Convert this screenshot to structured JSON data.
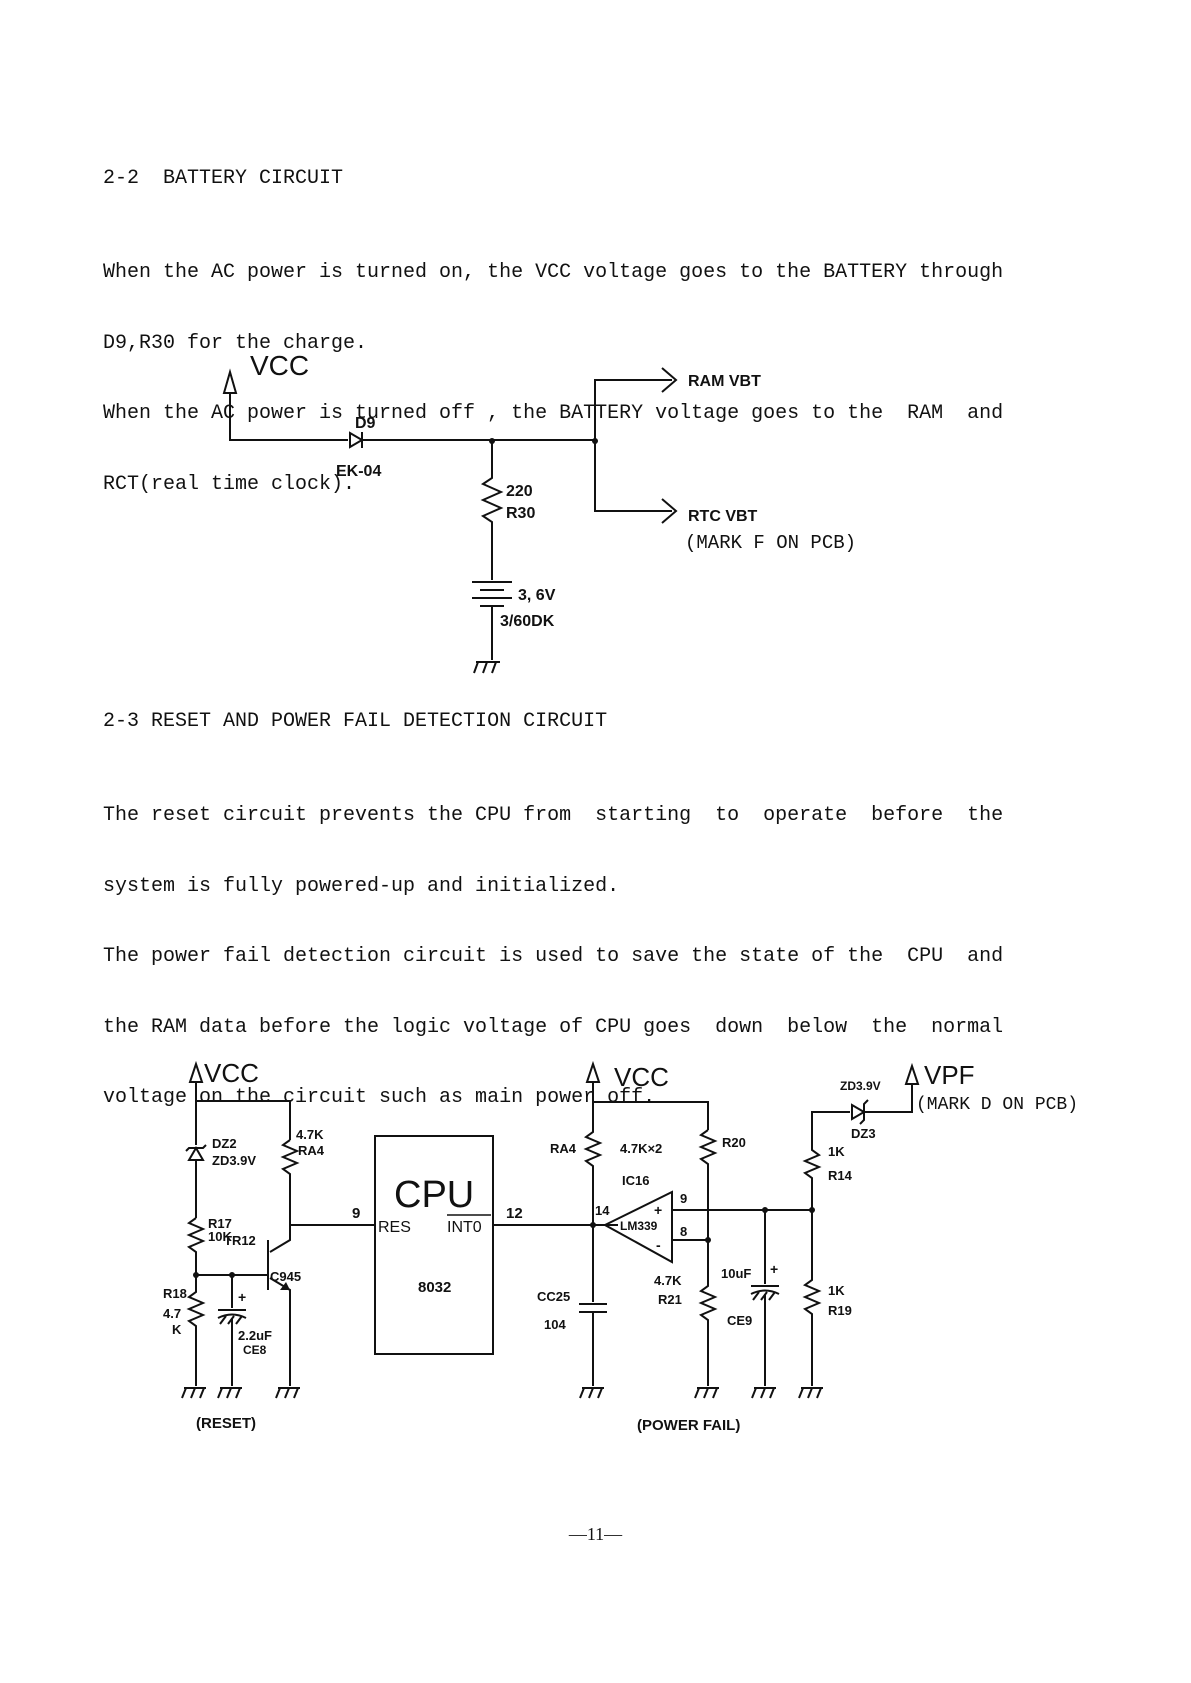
{
  "sections": {
    "battery": {
      "heading": "2-2  BATTERY CIRCUIT",
      "lines": [
        "When the AC power is turned on, the VCC voltage goes to the BATTERY through",
        "D9,R30 for the charge.",
        "When the AC power is turned off , the BATTERY voltage goes to the  RAM  and",
        "RCT(real time clock)."
      ]
    },
    "reset": {
      "heading": "2-3 RESET AND POWER FAIL DETECTION CIRCUIT",
      "lines": [
        "The reset circuit prevents the CPU from  starting  to  operate  before  the",
        "system is fully powered-up and initialized.",
        "The power fail detection circuit is used to save the state of the  CPU  and",
        "the RAM data before the logic voltage of CPU goes  down  below  the  normal",
        "voltage on the circuit such as main power off."
      ]
    }
  },
  "battery_diagram": {
    "vcc": "VCC",
    "diode": "D9",
    "diode_part": "EK-04",
    "resistor_value": "220",
    "resistor_ref": "R30",
    "battery_voltage": "3, 6V",
    "battery_part": "3/60DK",
    "out_ram": "RAM VBT",
    "out_rtc": "RTC VBT",
    "mark_note": "(MARK F ON PCB)"
  },
  "reset_diagram": {
    "vcc_left": "VCC",
    "dz2": "DZ2",
    "zd39_left": "ZD3.9V",
    "ra4_val": "4.7K",
    "ra4_left": "RA4",
    "r17": "R17",
    "r17_val": "10K",
    "tr12": "TR12",
    "c945": "C945",
    "r18": "R18",
    "r18_val_a": "4.7",
    "r18_val_b": "K",
    "plus_left": "+",
    "ce8_val": "2.2uF",
    "ce8": "CE8",
    "caption_reset": "(RESET)",
    "pin9_cpu": "9",
    "cpu": "CPU",
    "res": "RES",
    "int0": "INT0",
    "cpu_part": "8032",
    "pin12": "12",
    "vcc_mid": "VCC",
    "ra4_mid": "RA4",
    "ra4_mid_val": "4.7K×2",
    "r20": "R20",
    "ic16": "IC16",
    "pin14": "14",
    "lm339": "LM339",
    "op_plus": "+",
    "op_minus": "-",
    "pin9_op": "9",
    "pin8_op": "8",
    "cc25": "CC25",
    "cc25_val": "104",
    "r21_val": "4.7K",
    "r21": "R21",
    "ce9_val": "10uF",
    "plus_ce9": "+",
    "ce9": "CE9",
    "caption_power": "(POWER FAIL)",
    "zd39_right": "ZD3.9V",
    "vpf": "VPF",
    "mark_d": "(MARK D ON PCB)",
    "dz3": "DZ3",
    "r14_val": "1K",
    "r14": "R14",
    "r19_val": "1K",
    "r19": "R19"
  },
  "page_number": "—11—"
}
